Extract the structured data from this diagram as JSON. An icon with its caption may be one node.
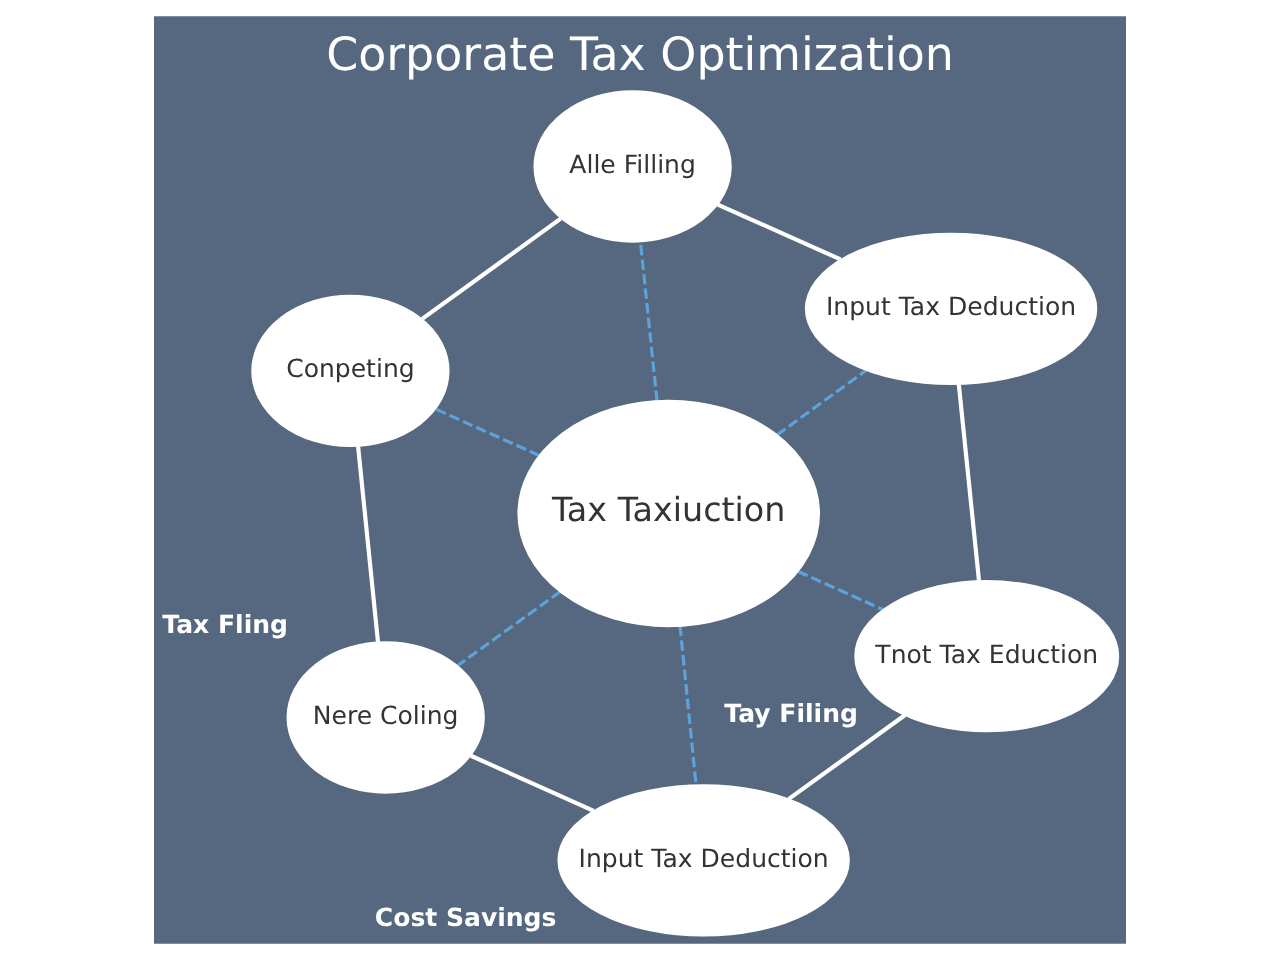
{
  "diagram": {
    "title": "Corporate Tax Optimization",
    "nodes": [
      {
        "text": [
          "Alle Filling"
        ]
      },
      {
        "text": [
          "Input Tax Deduction"
        ]
      },
      {
        "text": [
          "Conpeting"
        ]
      },
      {
        "text": [
          "Tax Taxiuction"
        ]
      },
      {
        "text": [
          "Tnot Tax Eduction"
        ],
        "beside": [
          "Tay Filing"
        ]
      },
      {
        "text": [
          "Nere Coling"
        ],
        "beside": [
          "Tax Fling"
        ]
      },
      {
        "text": [
          "Input Tax Deduction"
        ],
        "beside": [
          "Cost Savings"
        ]
      }
    ],
    "edges": [
      {
        "from": 0,
        "to": 2,
        "arrow": "none"
      },
      {
        "from": 2,
        "to": 5,
        "arrow": "none"
      },
      {
        "from": 5,
        "to": 6,
        "arrow": "none"
      },
      {
        "from": 6,
        "to": 4,
        "arrow": "none"
      },
      {
        "from": 4,
        "to": 1,
        "arrow": "none"
      },
      {
        "from": 1,
        "to": 0,
        "arrow": "none"
      },
      {
        "from": 3,
        "to": 0,
        "arrow": "none",
        "style": "dashed",
        "color": "#5ba3d9"
      },
      {
        "from": 3,
        "to": 1,
        "arrow": "none",
        "style": "dashed",
        "color": "#5ba3d9"
      },
      {
        "from": 3,
        "to": 2,
        "arrow": "none",
        "style": "dashed",
        "color": "#5ba3d9"
      },
      {
        "from": 3,
        "to": 4,
        "arrow": "none",
        "style": "dashed",
        "color": "#5ba3d9"
      },
      {
        "from": 3,
        "to": 5,
        "arrow": "none",
        "style": "dashed",
        "color": "#5ba3d9"
      },
      {
        "from": 3,
        "to": 6,
        "arrow": "none",
        "style": "dashed",
        "color": "#5ba3d9"
      }
    ]
  }
}
